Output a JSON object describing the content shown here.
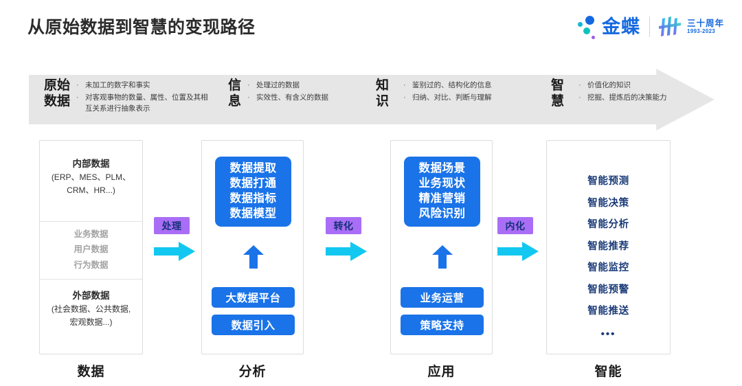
{
  "header": {
    "title": "从原始数据到智慧的变现路径",
    "brand_name": "金蝶",
    "anniversary_text": "三十周年",
    "anniversary_years": "1993-2023",
    "colors": {
      "brand_blue": "#1569e0",
      "accent_purple": "#9b5de5",
      "accent_teal": "#0fc2c0"
    }
  },
  "banner": {
    "background": "#e6e6e6",
    "stages": [
      {
        "title": "原始\n数据",
        "bullets": [
          "未加工的数字和事实",
          "对客观事物的数量、属性、位置及其相互关系进行抽象表示"
        ]
      },
      {
        "title": "信\n息",
        "bullets": [
          "处理过的数据",
          "实效性、有含义的数据"
        ]
      },
      {
        "title": "知\n识",
        "bullets": [
          "鉴别过的、结构化的信息",
          "归纳、对比、判断与理解"
        ]
      },
      {
        "title": "智\n慧",
        "bullets": [
          "价值化的知识",
          "挖掘、提炼后的决策能力"
        ]
      }
    ]
  },
  "columns": [
    {
      "footer_label": "数据",
      "internal": {
        "title": "内部数据",
        "sub": "(ERP、MES、PLM、\nCRM、HR...)"
      },
      "middle": [
        "业务数据",
        "用户数据",
        "行为数据"
      ],
      "external": {
        "title": "外部数据",
        "sub": "(社会数据、公共数据,\n宏观数据...)"
      }
    },
    {
      "footer_label": "分析",
      "main_box": [
        "数据提取",
        "数据打通",
        "数据指标",
        "数据模型"
      ],
      "pills": [
        "大数据平台",
        "数据引入"
      ]
    },
    {
      "footer_label": "应用",
      "main_box": [
        "数据场景",
        "业务现状",
        "精准营销",
        "风险识别"
      ],
      "pills": [
        "业务运营",
        "策略支持"
      ]
    },
    {
      "footer_label": "智能",
      "items": [
        "智能预测",
        "智能决策",
        "智能分析",
        "智能推荐",
        "智能监控",
        "智能预警",
        "智能推送"
      ],
      "ellipsis": "•••"
    }
  ],
  "connectors": [
    {
      "label": "处理"
    },
    {
      "label": "转化"
    },
    {
      "label": "内化"
    }
  ],
  "colors": {
    "blue": "#1a73e8",
    "cyan_arrow": "#12c8f0",
    "purple_label": "#a96ef5",
    "navy_text": "#1b3b78",
    "gray_text": "#a3a3a3"
  }
}
